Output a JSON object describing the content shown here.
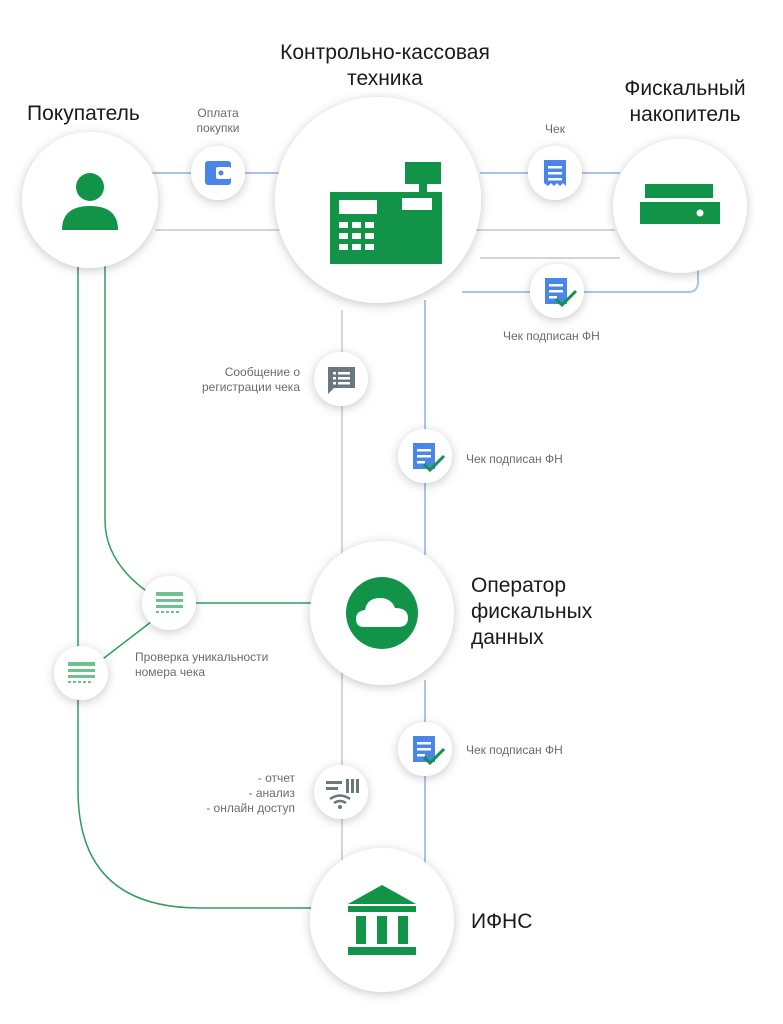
{
  "nodes": {
    "buyer": {
      "title": "Покупатель"
    },
    "kkt": {
      "title_line1": "Контрольно-кассовая",
      "title_line2": "техника"
    },
    "fn": {
      "title_line1": "Фискальный",
      "title_line2": "накопитель"
    },
    "ofd": {
      "title_line1": "Оператор",
      "title_line2": "фискальных",
      "title_line3": "данных"
    },
    "ifns": {
      "title": "ИФНС"
    }
  },
  "labels": {
    "payment_line1": "Оплата",
    "payment_line2": "покупки",
    "receipt": "Чек",
    "signed_fn_1": "Чек подписан ФН",
    "registration_line1": "Сообщение о",
    "registration_line2": "регистрации чека",
    "signed_fn_2": "Чек подписан ФН",
    "uniqueness_line1": "Проверка уникальности",
    "uniqueness_line2": "номера чека",
    "signed_fn_3": "Чек подписан ФН",
    "report_line1": "- отчет",
    "report_line2": "- анализ",
    "report_line3": "- онлайн доступ"
  },
  "colors": {
    "green": "#119447",
    "green_light": "#6cc28c",
    "blue": "#4a86e8",
    "blue_line": "#aac4ec",
    "gray_line": "#c8c8c8",
    "gray_icon": "#6a7680"
  }
}
